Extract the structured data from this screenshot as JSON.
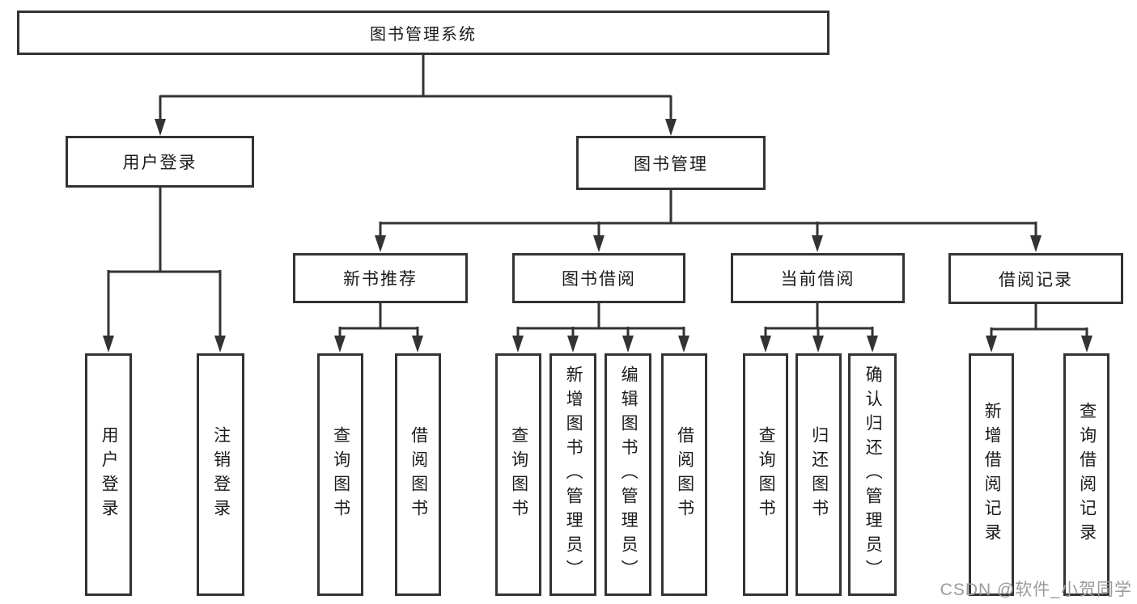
{
  "diagram": {
    "root": {
      "label": "图书管理系统"
    },
    "level2": {
      "user_login": {
        "label": "用户登录"
      },
      "book_mgmt": {
        "label": "图书管理"
      }
    },
    "level3": {
      "new_book_rec": {
        "label": "新书推荐"
      },
      "book_borrow": {
        "label": "图书借阅"
      },
      "current_borrow": {
        "label": "当前借阅"
      },
      "borrow_records": {
        "label": "借阅记录"
      }
    },
    "leaves": {
      "user_login_leaf": {
        "label": "用户登录"
      },
      "logout": {
        "label": "注销登录"
      },
      "rec_query_books": {
        "label": "查询图书"
      },
      "rec_borrow_books": {
        "label": "借阅图书"
      },
      "bb_query_books": {
        "label": "查询图书"
      },
      "bb_add_books": {
        "label": "新增图书（管理员）"
      },
      "bb_edit_books": {
        "label": "编辑图书（管理员）"
      },
      "bb_borrow_books": {
        "label": "借阅图书"
      },
      "cb_query_books": {
        "label": "查询图书"
      },
      "cb_return_books": {
        "label": "归还图书"
      },
      "cb_confirm_return": {
        "label": "确认归还（管理员）"
      },
      "br_add_record": {
        "label": "新增借阅记录"
      },
      "br_query_record": {
        "label": "查询借阅记录"
      }
    }
  },
  "watermark": {
    "text": "CSDN @软件_小贺同学"
  },
  "colors": {
    "line": "#333333",
    "text": "#1b1b1b",
    "watermark": "#9b9b9b",
    "background": "#ffffff"
  }
}
